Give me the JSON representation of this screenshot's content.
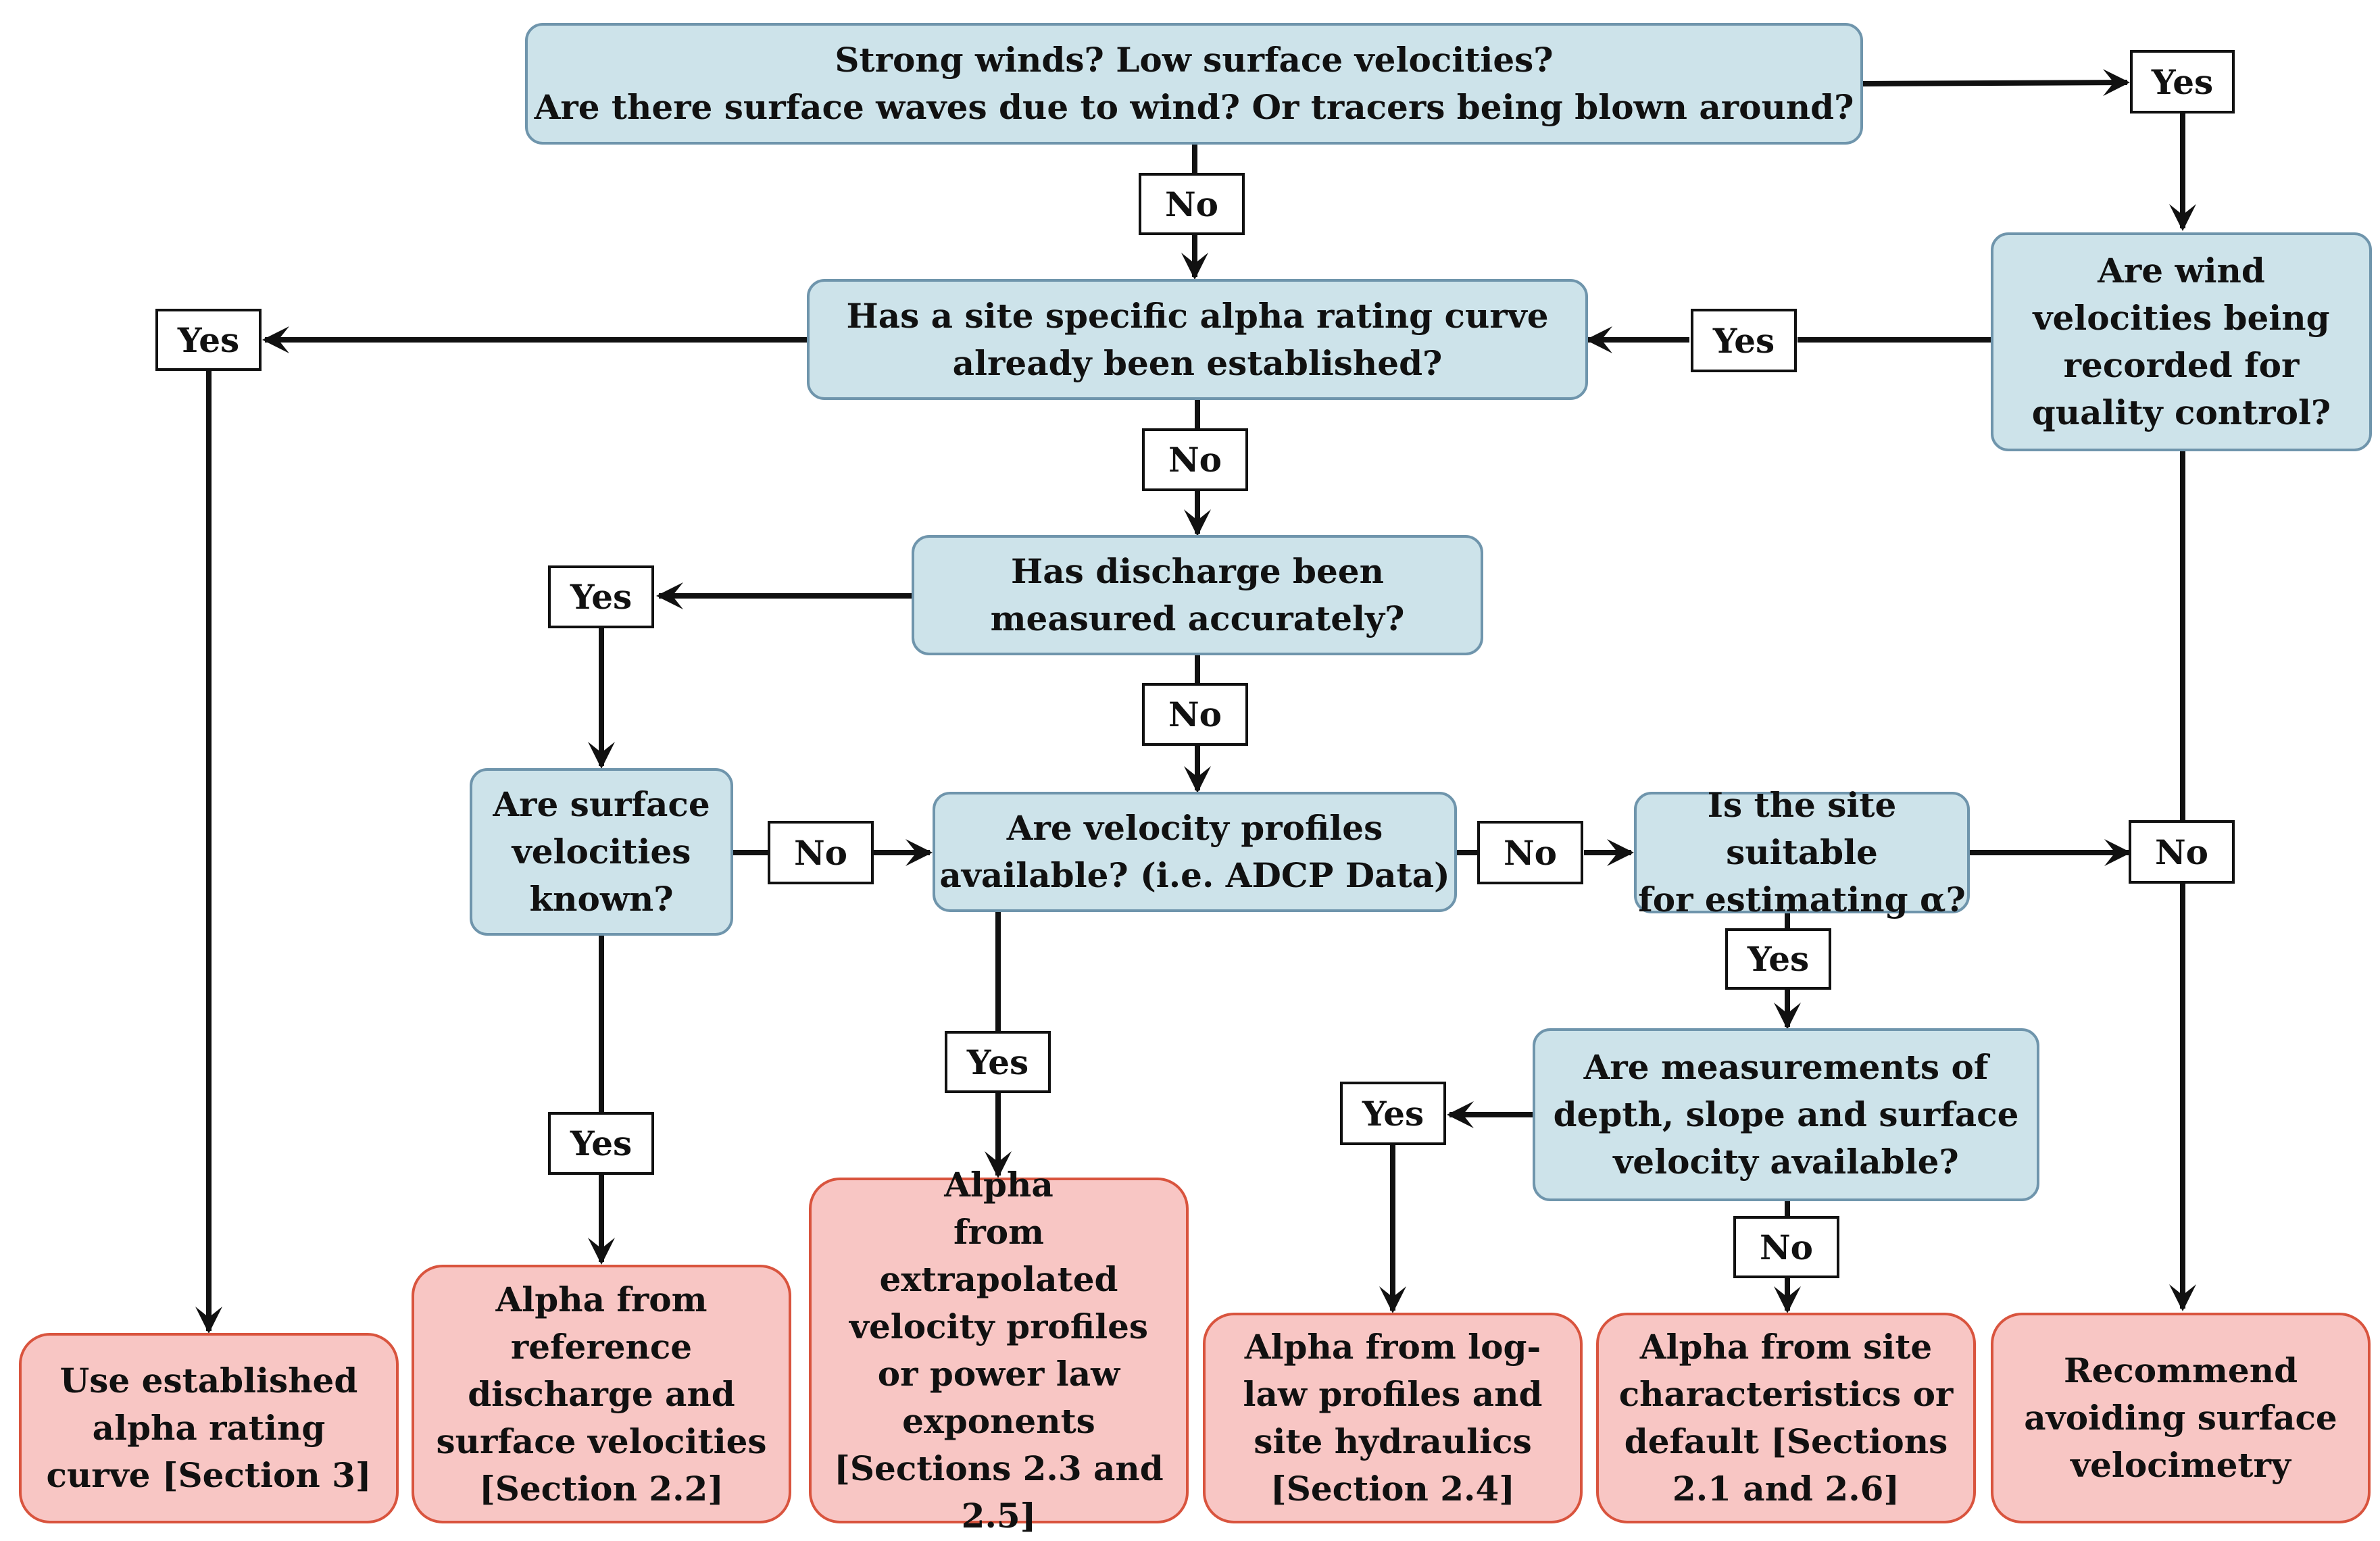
{
  "diagram": {
    "questions": {
      "wind": "Strong winds? Low surface velocities?\nAre there surface waves due to wind? Or tracers being blown around?",
      "alpha_curve": "Has a site specific alpha rating curve\nalready been established?",
      "wind_recorded": "Are wind\nvelocities being\nrecorded for\nquality control?",
      "discharge": "Has discharge been\nmeasured accurately?",
      "surface_known": "Are surface\nvelocities\nknown?",
      "profiles": "Are velocity profiles\navailable? (i.e. ADCP Data)",
      "site_suitable": "Is the site suitable\nfor estimating α?",
      "measurements": "Are measurements of\ndepth, slope and surface\nvelocity available?"
    },
    "results": {
      "use_curve": "Use established\nalpha rating\ncurve [Section 3]",
      "reference": "Alpha from\nreference\ndischarge and\nsurface velocities\n[Section 2.2]",
      "extrapolated": "Alpha\nfrom\nextrapolated\nvelocity profiles\nor power law\nexponents\n[Sections 2.3 and\n2.5]",
      "loglaw": "Alpha from log-\nlaw profiles and\nsite hydraulics\n[Section 2.4]",
      "site_char": "Alpha from site\ncharacteristics or\ndefault [Sections\n2.1 and 2.6]",
      "avoid": "Recommend\navoiding surface\nvelocimetry"
    },
    "labels": {
      "yes": "Yes",
      "no": "No"
    }
  }
}
